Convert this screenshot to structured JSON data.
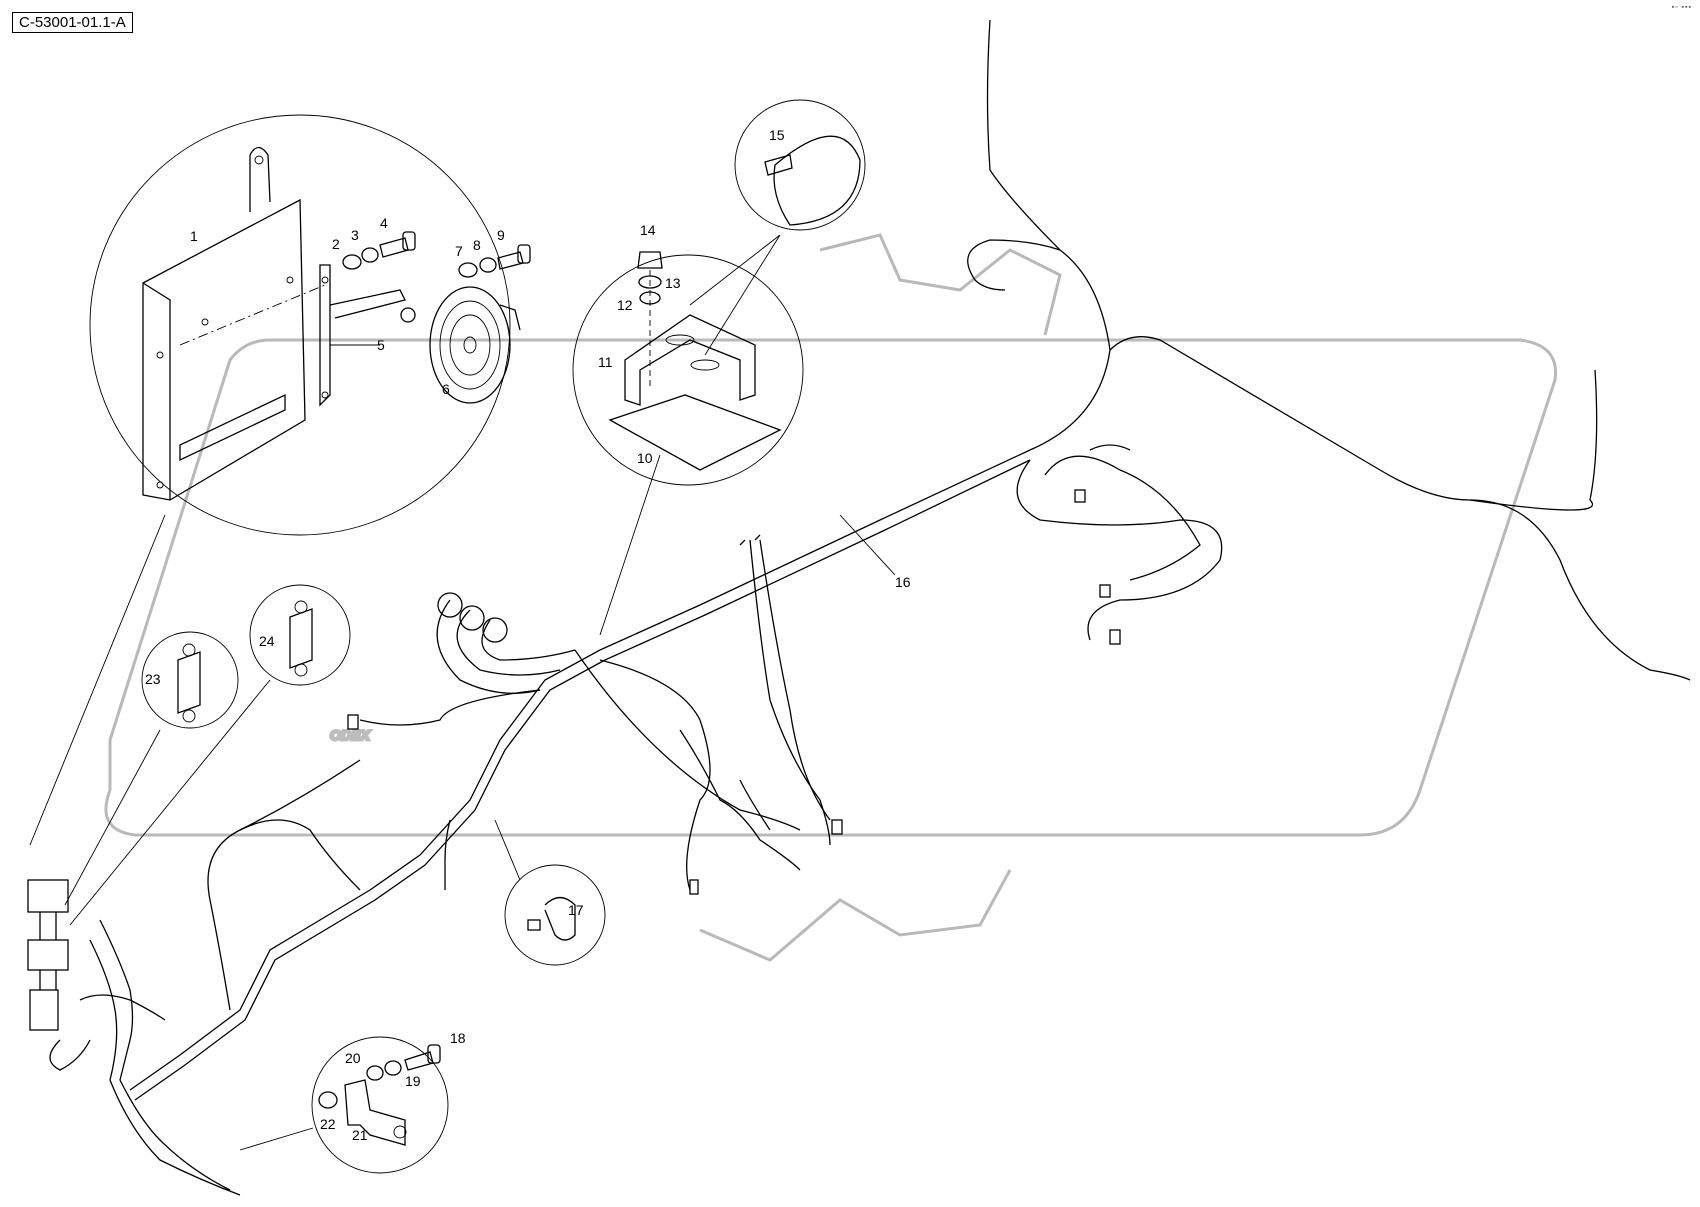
{
  "drawing": {
    "reference_code": "C-53001-01.1-A",
    "corner_mark": "▪▫ ▪▪▪"
  },
  "watermark": {
    "text": "ODEX"
  },
  "callouts": [
    "1",
    "2",
    "3",
    "4",
    "5",
    "6",
    "7",
    "8",
    "9",
    "10",
    "11",
    "12",
    "13",
    "14",
    "15",
    "16",
    "17",
    "18",
    "19",
    "20",
    "21",
    "22",
    "23",
    "24"
  ]
}
